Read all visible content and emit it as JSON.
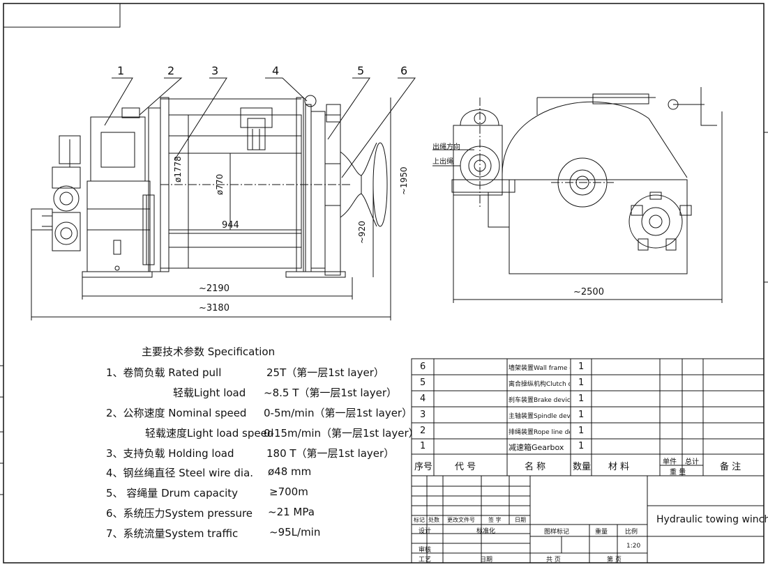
{
  "part_numbers": [
    "1",
    "2",
    "3",
    "4",
    "5",
    "6"
  ],
  "dimensions": {
    "drum_diameter": "ø1778",
    "flange_diameter": "ø770",
    "drum_length": "944",
    "height_total": "~1950",
    "capstan_height": "~920",
    "length_inner": "~2190",
    "length_overall": "~3180",
    "width_side": "~2500"
  },
  "side_view_labels": {
    "rope_direction": "出绳方向",
    "upper_rope": "上出绳"
  },
  "spec": {
    "title": "主要技术参数 Specification",
    "rows": [
      {
        "label": "1、卷筒负载 Rated pull",
        "value": "25T（第一层1st layer）"
      },
      {
        "label": "轻载Light load",
        "value": "~8.5 T（第一层1st layer）"
      },
      {
        "label": "2、公称速度 Nominal speed",
        "value": "0-5m/min（第一层1st layer）"
      },
      {
        "label": "轻载速度Light load speed",
        "value": "0-15m/min（第一层1st layer）"
      },
      {
        "label": "3、支持负载 Holding load",
        "value": "180 T（第一层1st layer）"
      },
      {
        "label": "4、钢丝绳直径 Steel wire dia.",
        "value": "ø48 mm"
      },
      {
        "label": "5、 容绳量 Drum capacity",
        "value": "≥700m"
      },
      {
        "label": "6、系统压力System pressure",
        "value": "~21 MPa"
      },
      {
        "label": "7、系统流量System traffic",
        "value": "~95L/min"
      }
    ]
  },
  "bom": {
    "rows": [
      {
        "no": "6",
        "name": "墙架装置Wall frame device",
        "qty": "1"
      },
      {
        "no": "5",
        "name": "离合操纵机构Clutch operating mechanism",
        "qty": "1"
      },
      {
        "no": "4",
        "name": "刹车装置Brake device",
        "qty": "1"
      },
      {
        "no": "3",
        "name": "主轴装置Spindle device",
        "qty": "1"
      },
      {
        "no": "2",
        "name": "排绳装置Rope line device",
        "qty": "1"
      },
      {
        "no": "1",
        "name": "减速箱Gearbox",
        "qty": "1"
      }
    ],
    "header": {
      "no": "序号",
      "code": "代 号",
      "name": "名 称",
      "qty": "数量",
      "material": "材 料",
      "unit_weight": "单件",
      "total_weight": "总计",
      "weight": "重 量",
      "remark": "备 注"
    }
  },
  "title_block": {
    "title": "Hydraulic towing winch",
    "rev_labels": [
      "标记",
      "处数",
      "更改文件号",
      "签 字",
      "日期"
    ],
    "design": "设计",
    "standardization": "标准化",
    "review": "审核",
    "process": "工艺",
    "date": "日期",
    "drawing_mark": "图样标记",
    "weight": "重量",
    "scale_label": "比例",
    "scale": "1:20",
    "total_sheets": "共 页",
    "sheet": "第 页"
  }
}
